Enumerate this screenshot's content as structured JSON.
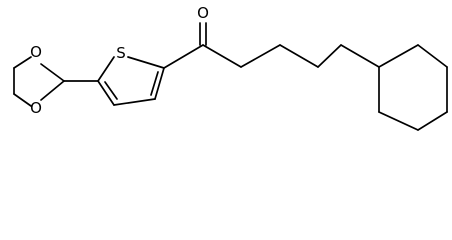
{
  "diagram": {
    "type": "skeletal-structure",
    "atom_labels": {
      "carbonyl_oxygen": "O",
      "thiophene_sulfur": "S",
      "dioxolane_oxygen_top": "O",
      "dioxolane_oxygen_bottom": "O"
    },
    "colors": {
      "bond": "#000000",
      "text": "#000000",
      "background": "#ffffff"
    }
  }
}
